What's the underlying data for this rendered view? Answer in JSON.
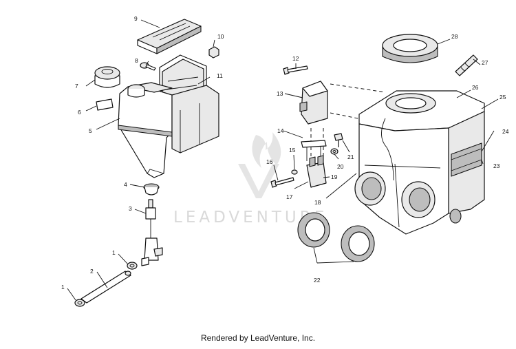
{
  "watermark": {
    "text": "LEADVENTURE",
    "logo_icon": "flame-v-logo-icon"
  },
  "footer": {
    "text": "Rendered by LeadVenture, Inc."
  },
  "callouts": {
    "c1a": "1",
    "c1b": "1",
    "c2": "2",
    "c3": "3",
    "c4": "4",
    "c5": "5",
    "c6": "6",
    "c7": "7",
    "c8": "8",
    "c9": "9",
    "c10": "10",
    "c11": "11",
    "c12": "12",
    "c13": "13",
    "c14": "14",
    "c15": "15",
    "c16": "16",
    "c17": "17",
    "c18": "18",
    "c19": "19",
    "c20": "20",
    "c21": "21",
    "c22": "22",
    "c23": "23",
    "c24": "24",
    "c25": "25",
    "c26": "26",
    "c27": "27",
    "c28": "28"
  }
}
